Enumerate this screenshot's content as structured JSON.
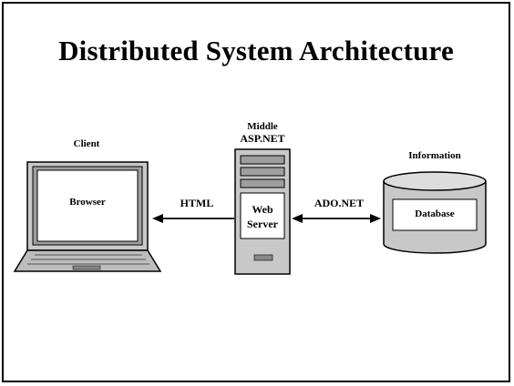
{
  "slide": {
    "title": "Distributed System Architecture"
  },
  "diagram": {
    "client": {
      "heading": "Client",
      "screen_label": "Browser"
    },
    "middle": {
      "heading_line1": "Middle",
      "heading_line2": "ASP.NET",
      "server_line1": "Web",
      "server_line2": "Server"
    },
    "information": {
      "heading": "Information",
      "db_label": "Database"
    },
    "links": {
      "client_middle": "HTML",
      "middle_info": "ADO.NET"
    }
  }
}
